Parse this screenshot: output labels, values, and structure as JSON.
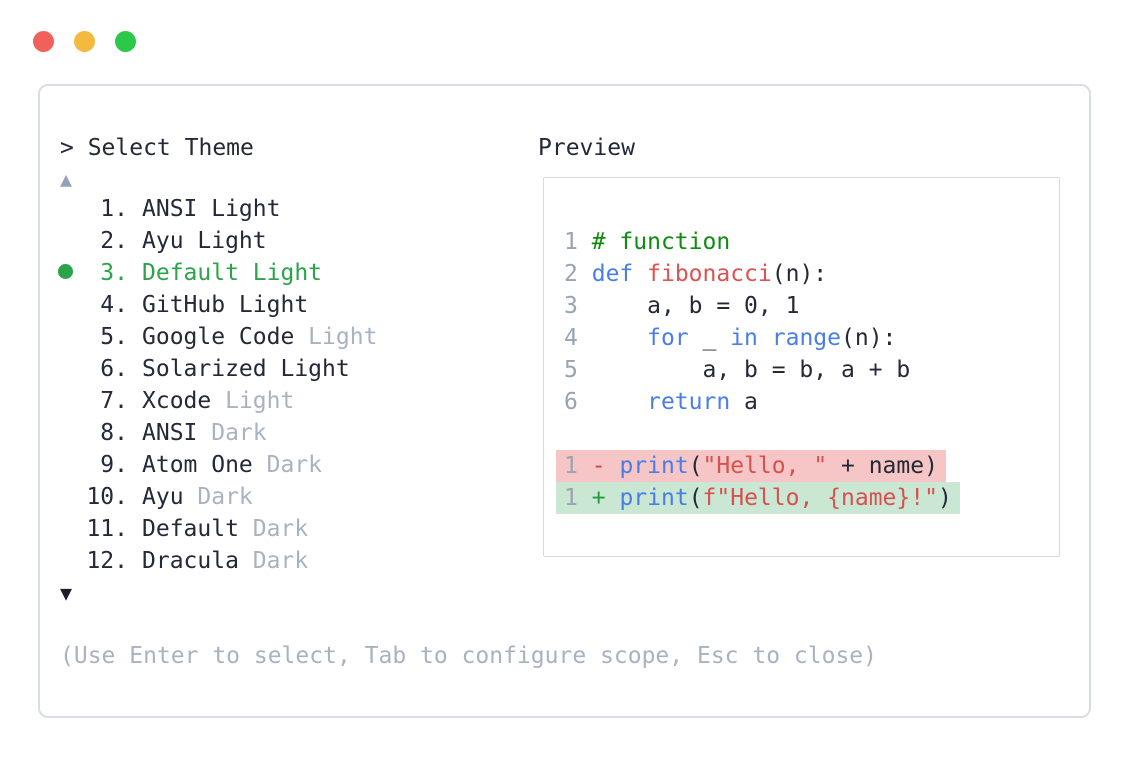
{
  "window": {
    "controls": [
      {
        "name": "close",
        "color": "#f2605a"
      },
      {
        "name": "minimize",
        "color": "#f3ba3f"
      },
      {
        "name": "maximize",
        "color": "#2bc948"
      }
    ]
  },
  "theme_picker": {
    "prompt": "> Select Theme",
    "scroll_up_icon": "▲",
    "scroll_down_icon": "▼",
    "items": [
      {
        "number": "1.",
        "name": "ANSI Light",
        "suffix": "",
        "selected": false
      },
      {
        "number": "2.",
        "name": "Ayu Light",
        "suffix": "",
        "selected": false
      },
      {
        "number": "3.",
        "name": "Default Light",
        "suffix": "",
        "selected": true
      },
      {
        "number": "4.",
        "name": "GitHub Light",
        "suffix": "",
        "selected": false
      },
      {
        "number": "5.",
        "name": "Google Code",
        "suffix": "Light",
        "selected": false
      },
      {
        "number": "6.",
        "name": "Solarized Light",
        "suffix": "",
        "selected": false
      },
      {
        "number": "7.",
        "name": "Xcode",
        "suffix": "Light",
        "selected": false
      },
      {
        "number": "8.",
        "name": "ANSI",
        "suffix": "Dark",
        "selected": false
      },
      {
        "number": "9.",
        "name": "Atom One",
        "suffix": "Dark",
        "selected": false
      },
      {
        "number": "10.",
        "name": "Ayu",
        "suffix": "Dark",
        "selected": false
      },
      {
        "number": "11.",
        "name": "Default",
        "suffix": "Dark",
        "selected": false
      },
      {
        "number": "12.",
        "name": "Dracula",
        "suffix": "Dark",
        "selected": false
      }
    ],
    "footer_hint": "(Use Enter to select, Tab to configure scope, Esc to close)"
  },
  "preview": {
    "label": "Preview",
    "code_lines": [
      {
        "num": "1",
        "diff": null,
        "tokens": [
          {
            "t": "# function",
            "c": "comment"
          }
        ]
      },
      {
        "num": "2",
        "diff": null,
        "tokens": [
          {
            "t": "def",
            "c": "keyword"
          },
          {
            "t": " ",
            "c": "plain"
          },
          {
            "t": "fibonacci",
            "c": "function"
          },
          {
            "t": "(n):",
            "c": "plain"
          }
        ]
      },
      {
        "num": "3",
        "diff": null,
        "tokens": [
          {
            "t": "    a, b = 0, 1",
            "c": "plain"
          }
        ]
      },
      {
        "num": "4",
        "diff": null,
        "tokens": [
          {
            "t": "    ",
            "c": "plain"
          },
          {
            "t": "for",
            "c": "keyword"
          },
          {
            "t": " _ ",
            "c": "plain"
          },
          {
            "t": "in",
            "c": "keyword"
          },
          {
            "t": " ",
            "c": "plain"
          },
          {
            "t": "range",
            "c": "keyword"
          },
          {
            "t": "(n):",
            "c": "plain"
          }
        ]
      },
      {
        "num": "5",
        "diff": null,
        "tokens": [
          {
            "t": "        a, b = b, a + b",
            "c": "plain"
          }
        ]
      },
      {
        "num": "6",
        "diff": null,
        "tokens": [
          {
            "t": "    ",
            "c": "plain"
          },
          {
            "t": "return",
            "c": "keyword"
          },
          {
            "t": " a",
            "c": "plain"
          }
        ]
      },
      {
        "num": "",
        "diff": null,
        "tokens": []
      },
      {
        "num": "1",
        "diff": "removed",
        "tokens": [
          {
            "t": "-",
            "c": "minus"
          },
          {
            "t": " ",
            "c": "plain"
          },
          {
            "t": "print",
            "c": "keyword"
          },
          {
            "t": "(",
            "c": "plain"
          },
          {
            "t": "\"Hello, \"",
            "c": "string"
          },
          {
            "t": " + name)",
            "c": "plain"
          }
        ]
      },
      {
        "num": "1",
        "diff": "added",
        "tokens": [
          {
            "t": "+",
            "c": "plus"
          },
          {
            "t": " ",
            "c": "plain"
          },
          {
            "t": "print",
            "c": "keyword"
          },
          {
            "t": "(",
            "c": "plain"
          },
          {
            "t": "f\"Hello, {name}!\"",
            "c": "string"
          },
          {
            "t": ")",
            "c": "plain"
          }
        ]
      }
    ]
  },
  "colors": {
    "text": "#232936",
    "muted": "#a9b2c0",
    "selected_green": "#2aa44a",
    "scroll_up_gray": "#94a1b6",
    "scroll_down_dark": "#1b1f2a",
    "keyword": "#4b7de8",
    "function": "#dc5353",
    "string": "#d95050",
    "comment": "#0f8b0f",
    "minus": "#d04444",
    "plus": "#279a3e",
    "plain": "#232936",
    "linenum": "#9aa3b0",
    "diff_removed_bg": "#f6c5c5",
    "diff_added_bg": "#c9e7d3",
    "panel_border": "#d8dce5",
    "preview_border": "#d6dae1"
  }
}
